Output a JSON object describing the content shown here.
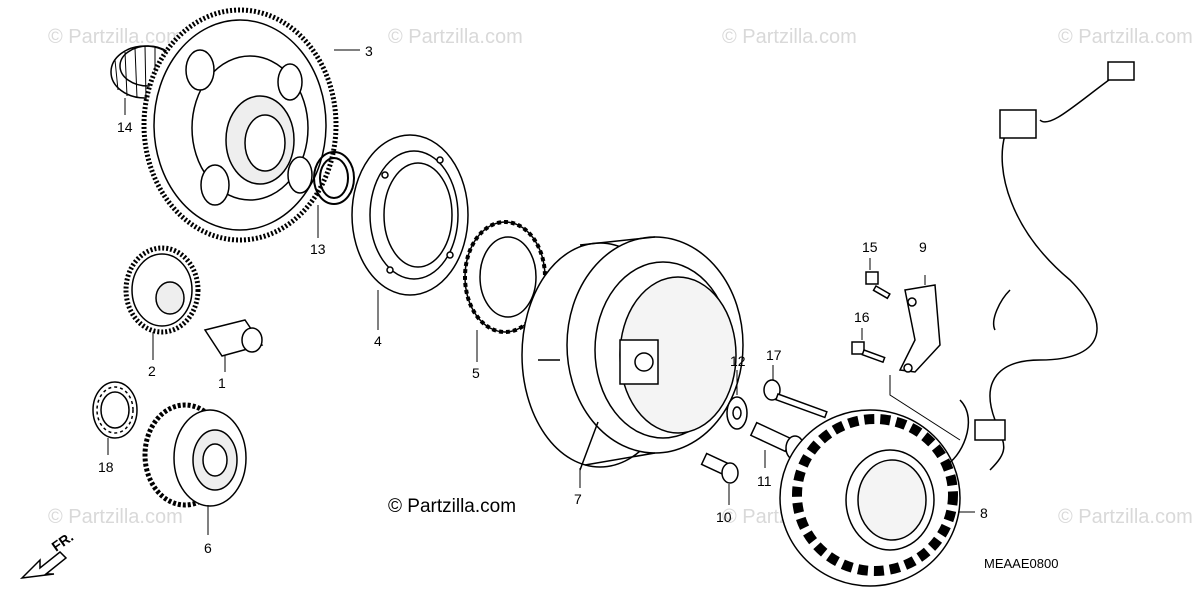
{
  "watermark": "© Partzilla.com",
  "brand_text": "© Partzilla.com",
  "diagram_code": "MEAAE0800",
  "direction_label": "FR.",
  "part_callouts": [
    "1",
    "2",
    "3",
    "4",
    "5",
    "6",
    "7",
    "8",
    "9",
    "10",
    "11",
    "12",
    "13",
    "14",
    "15",
    "16",
    "17",
    "18"
  ]
}
